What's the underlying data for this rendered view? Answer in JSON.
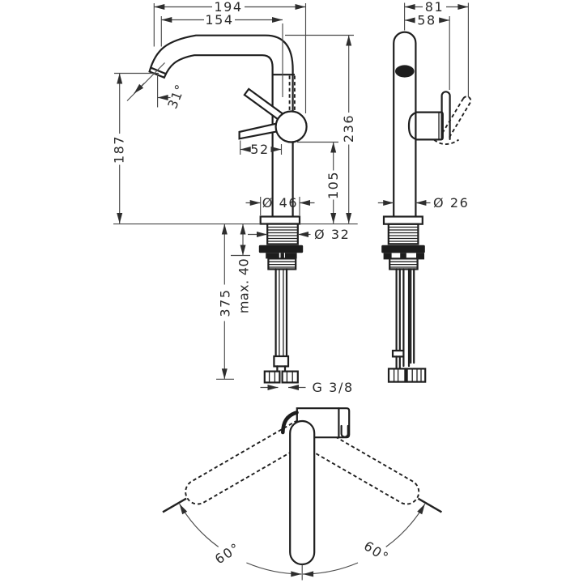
{
  "drawing": {
    "side_view": {
      "width_total": "194",
      "width_spout": "154",
      "height_spout": "187",
      "height_total": "236",
      "height_handle": "105",
      "handle_reach": "52",
      "spray_angle": "31°",
      "dia_flange": "Ø 46",
      "dia_shank": "Ø 32",
      "max_counter_thickness": "max. 40",
      "hose_length": "375",
      "thread_size": "G 3/8"
    },
    "front_view": {
      "width_total": "81",
      "width_handle": "58",
      "dia_body": "Ø 26"
    },
    "top_view": {
      "swivel_left": "60°",
      "swivel_right": "60°"
    }
  }
}
